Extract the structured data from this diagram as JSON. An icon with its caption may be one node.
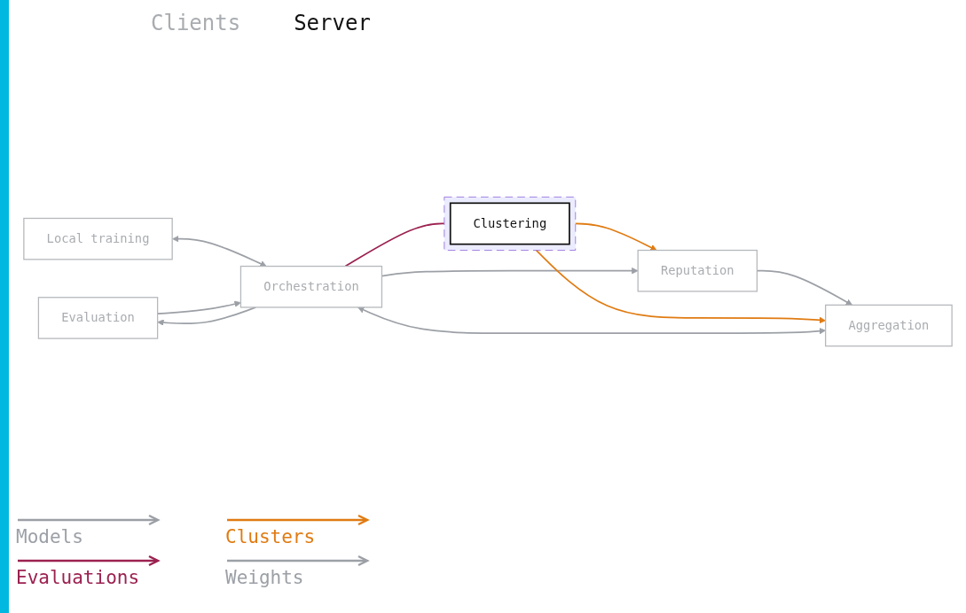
{
  "diagram": {
    "nodes": [
      {
        "text": [
          "Clustering"
        ]
      },
      {
        "text": [
          "Local training"
        ]
      },
      {
        "text": [
          "Evaluation"
        ]
      },
      {
        "text": [
          "Orchestration"
        ]
      },
      {
        "text": [
          "Reputation"
        ]
      },
      {
        "text": [
          "Aggregation"
        ]
      }
    ],
    "edges": [
      {
        "from": 1,
        "to": 3,
        "arrow": "both"
      },
      {
        "from": 3,
        "to": 2,
        "arrow": "to"
      },
      {
        "from": 2,
        "to": 3,
        "arrow": "to"
      },
      {
        "from": 3,
        "to": 0,
        "arrow": "to",
        "color": "#9b2150"
      },
      {
        "from": 0,
        "to": 4,
        "arrow": "to",
        "color": "#e07b12"
      },
      {
        "from": 3,
        "to": 4,
        "arrow": "to"
      },
      {
        "from": 4,
        "to": 5,
        "arrow": "to"
      },
      {
        "from": 0,
        "to": 5,
        "arrow": "to",
        "color": "#e07b12"
      },
      {
        "from": 3,
        "to": 5,
        "arrow": "both"
      }
    ],
    "labels": [
      "Clients",
      "Server"
    ],
    "legend": [
      {
        "text": "Models"
      },
      {
        "text": "Clusters"
      },
      {
        "text": "Evaluations"
      },
      {
        "text": "Weights"
      }
    ]
  }
}
